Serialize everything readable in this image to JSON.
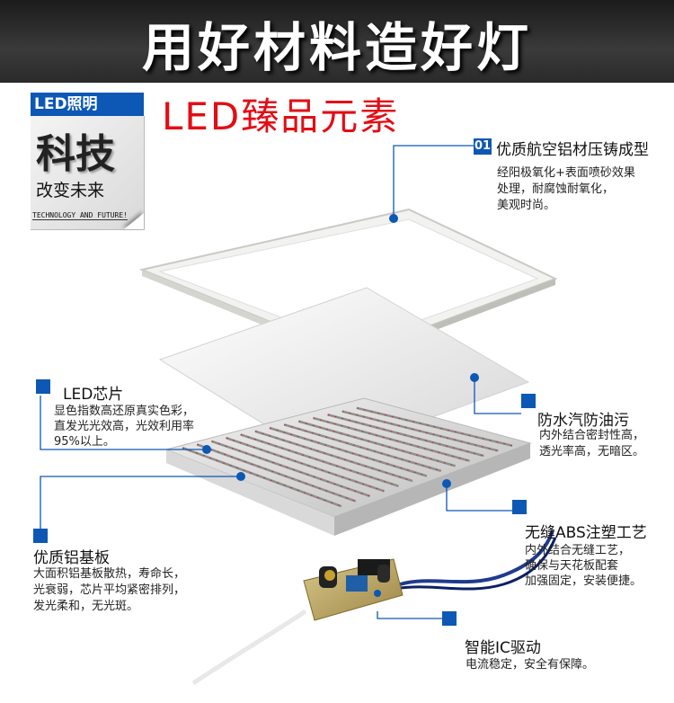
{
  "banner": {
    "title": "用好材料造好灯"
  },
  "subtitle": "LED臻品元素",
  "badge": {
    "top": "LED照明",
    "main": "科技",
    "sub": "改变未来",
    "en": "TECHNOLOGY AND FUTURE!"
  },
  "annotations": [
    {
      "id": "frame",
      "number": "01",
      "title": "优质航空铝材压铸成型",
      "desc": [
        "经阳极氧化+表面喷砂效果",
        "处理，耐腐蚀耐氧化，",
        "美观时尚。"
      ]
    },
    {
      "id": "chip",
      "title": "LED芯片",
      "desc": [
        "显色指数高还原真实色彩，",
        "直发光光效高，光效利用率",
        "95%以上。"
      ]
    },
    {
      "id": "seal",
      "title": "防水汽防油污",
      "desc": [
        "内外结合密封性高，",
        "透光率高，无暗区。"
      ]
    },
    {
      "id": "board",
      "title": "优质铝基板",
      "desc": [
        "大面积铝基板散热，寿命长，",
        "光衰弱，芯片平均紧密排列，",
        "发光柔和，无光斑。"
      ]
    },
    {
      "id": "abs",
      "title": "无缝ABS注塑工艺",
      "desc": [
        "内外结合无缝工艺，",
        "确保与天花板配套",
        "加强固定，安装便捷。"
      ]
    },
    {
      "id": "driver",
      "title": "智能IC驱动",
      "desc": [
        "电流稳定，安全有保障。"
      ]
    }
  ],
  "colors": {
    "accent": "#0c58b4",
    "red": "#e30d14",
    "banner": "#2a2a2a"
  }
}
